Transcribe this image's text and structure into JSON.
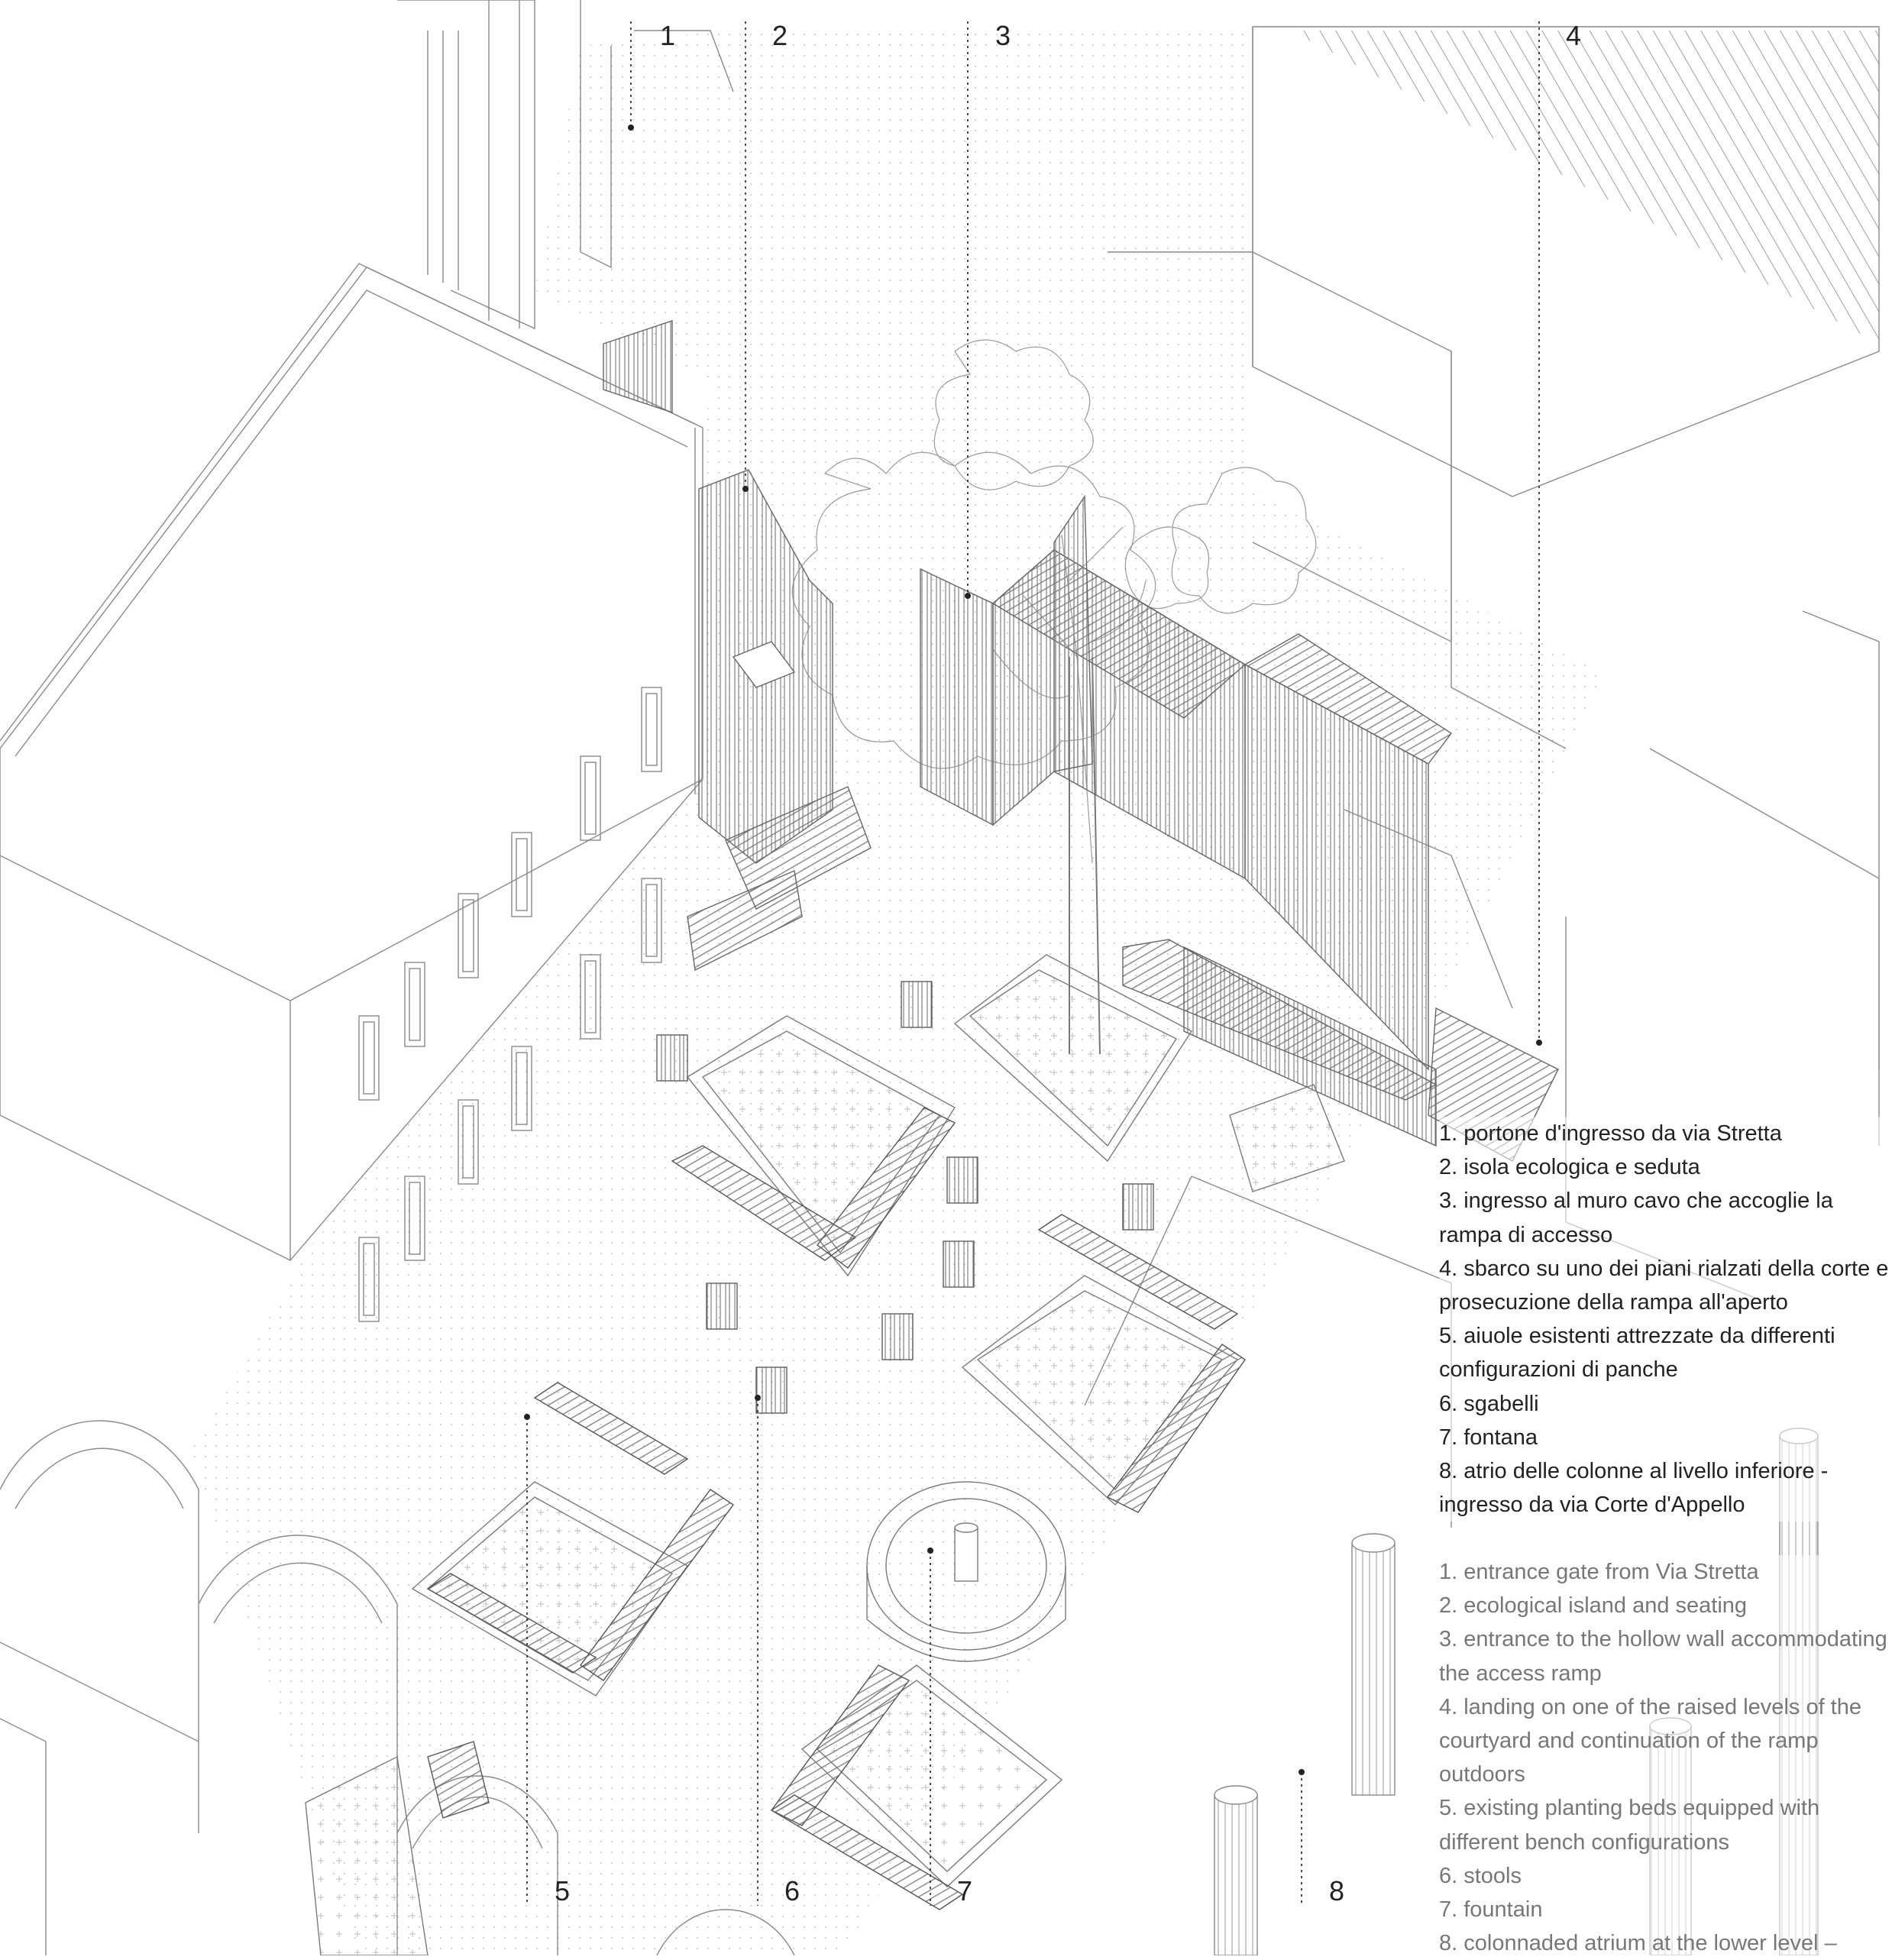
{
  "callouts": [
    "1",
    "2",
    "3",
    "4",
    "5",
    "6",
    "7",
    "8"
  ],
  "legend_it": [
    "1. portone d'ingresso da via Stretta",
    "2. isola ecologica e seduta",
    "3. ingresso al muro cavo che accoglie la rampa di accesso",
    "4. sbarco su uno dei piani rialzati della corte e prosecuzione della rampa all'aperto",
    "5. aiuole esistenti attrezzate da differenti configurazioni di panche",
    "6. sgabelli",
    "7. fontana",
    "8. atrio delle colonne al livello inferiore - ingresso da via Corte d'Appello"
  ],
  "legend_en": [
    "1. entrance gate from Via Stretta",
    "2. ecological island and seating",
    "3. entrance to the hollow wall accommodating the access ramp",
    "4. landing on one of the raised levels of the courtyard and continuation of the ramp outdoors",
    "5. existing planting beds equipped with different bench configurations",
    "6. stools",
    "7. fountain",
    "8. colonnaded atrium at the lower level –"
  ],
  "colors": {
    "line": "#7a7a7a",
    "line_dark": "#333333",
    "text": "#222222",
    "text_en": "#777777",
    "paving": "#e9e9e9"
  }
}
